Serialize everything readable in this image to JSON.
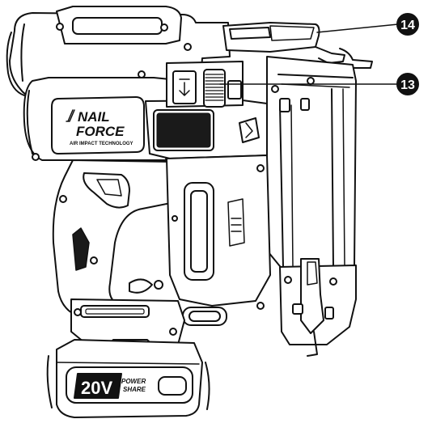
{
  "brand": {
    "logo_line1": "NAIL",
    "logo_line2": "FORCE",
    "tagline": "AIR IMPACT TECHNOLOGY"
  },
  "battery": {
    "voltage_label": "20V",
    "badge_line1": "POWER",
    "badge_line2": "SHARE"
  },
  "callouts": [
    {
      "number": "14"
    },
    {
      "number": "13"
    }
  ],
  "colors": {
    "line": "#111111",
    "grille": "#1a1a1a",
    "callout_fill": "#111111",
    "callout_text": "#ffffff"
  }
}
